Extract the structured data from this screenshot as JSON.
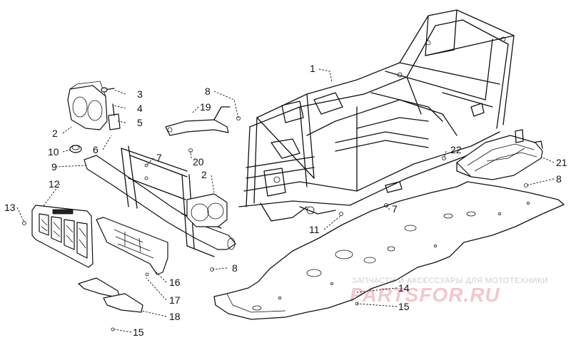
{
  "callouts": [
    {
      "id": "c1",
      "label": "1"
    },
    {
      "id": "c2a",
      "label": "2"
    },
    {
      "id": "c2b",
      "label": "2"
    },
    {
      "id": "c3",
      "label": "3"
    },
    {
      "id": "c4",
      "label": "4"
    },
    {
      "id": "c5",
      "label": "5"
    },
    {
      "id": "c6",
      "label": "6"
    },
    {
      "id": "c7a",
      "label": "7"
    },
    {
      "id": "c7b",
      "label": "7"
    },
    {
      "id": "c8a",
      "label": "8"
    },
    {
      "id": "c8b",
      "label": "8"
    },
    {
      "id": "c8c",
      "label": "8"
    },
    {
      "id": "c9",
      "label": "9"
    },
    {
      "id": "c10",
      "label": "10"
    },
    {
      "id": "c11",
      "label": "11"
    },
    {
      "id": "c12",
      "label": "12"
    },
    {
      "id": "c13",
      "label": "13"
    },
    {
      "id": "c14",
      "label": "14"
    },
    {
      "id": "c15a",
      "label": "15"
    },
    {
      "id": "c15b",
      "label": "15"
    },
    {
      "id": "c16",
      "label": "16"
    },
    {
      "id": "c17",
      "label": "17"
    },
    {
      "id": "c18",
      "label": "18"
    },
    {
      "id": "c19",
      "label": "19"
    },
    {
      "id": "c20",
      "label": "20"
    },
    {
      "id": "c21",
      "label": "21"
    },
    {
      "id": "c22",
      "label": "22"
    }
  ],
  "watermark": {
    "caption": "ЗАПЧАСТИ И АКСЕССУАРЫ ДЛЯ МОТОТЕХНИКИ",
    "brand": "PARTSFOR.RU"
  },
  "colors": {
    "line": "#111111",
    "background": "#ffffff",
    "watermark_brand": "#f2c8cc",
    "watermark_caption": "#cfcfcf"
  }
}
